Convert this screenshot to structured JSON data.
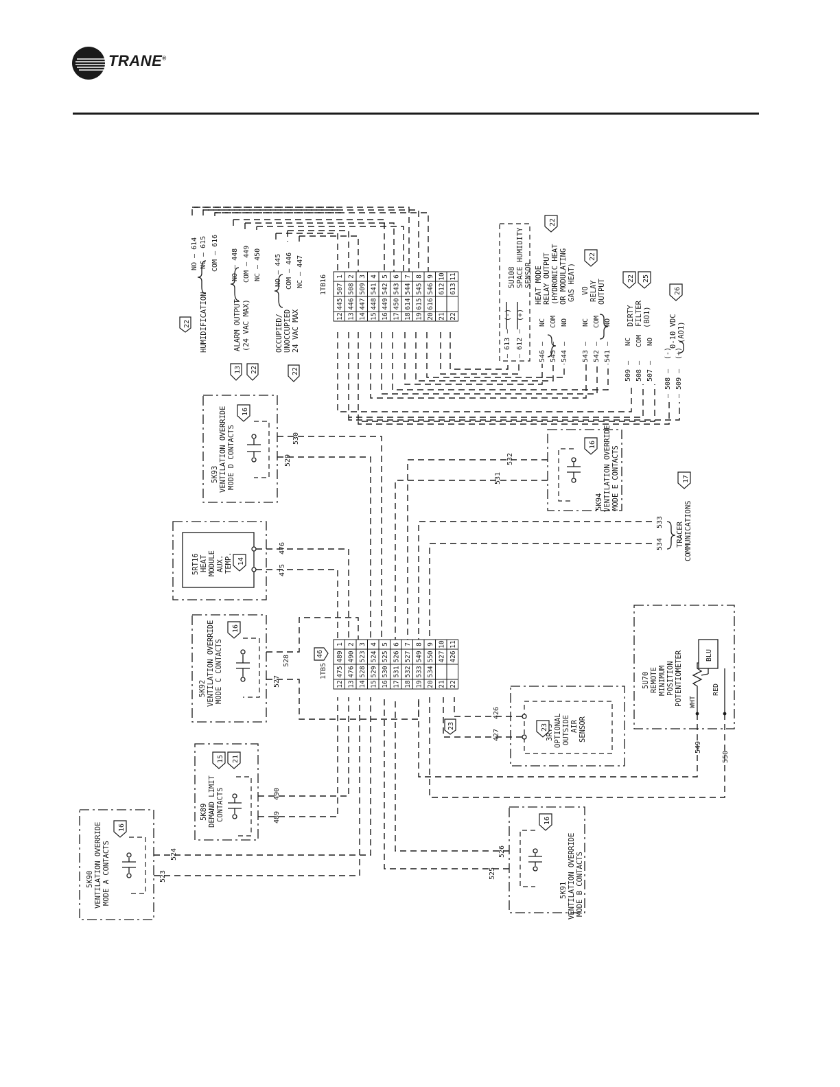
{
  "header": {
    "brand": "TRANE",
    "registered_mark": "®"
  },
  "terminal_strips": {
    "tb16": {
      "name": "1TB16",
      "rows": [
        {
          "pos": "1",
          "a": "507",
          "b": "445",
          "pos2": "12"
        },
        {
          "pos": "2",
          "a": "508",
          "b": "446",
          "pos2": "13"
        },
        {
          "pos": "3",
          "a": "509",
          "b": "447",
          "pos2": "14"
        },
        {
          "pos": "4",
          "a": "541",
          "b": "448",
          "pos2": "15"
        },
        {
          "pos": "5",
          "a": "542",
          "b": "449",
          "pos2": "16"
        },
        {
          "pos": "6",
          "a": "543",
          "b": "450",
          "pos2": "17"
        },
        {
          "pos": "7",
          "a": "544",
          "b": "614",
          "pos2": "18"
        },
        {
          "pos": "8",
          "a": "545",
          "b": "615",
          "pos2": "19"
        },
        {
          "pos": "9",
          "a": "546",
          "b": "616",
          "pos2": "20"
        },
        {
          "pos": "10",
          "a": "612",
          "b": "",
          "pos2": "21"
        },
        {
          "pos": "11",
          "a": "613",
          "b": "",
          "pos2": "22"
        }
      ]
    },
    "tb5": {
      "name": "1TB5",
      "tag": "46",
      "rows": [
        {
          "pos": "1",
          "a": "489",
          "b": "475",
          "pos2": "12"
        },
        {
          "pos": "2",
          "a": "490",
          "b": "476",
          "pos2": "13"
        },
        {
          "pos": "3",
          "a": "523",
          "b": "528",
          "pos2": "14"
        },
        {
          "pos": "4",
          "a": "524",
          "b": "529",
          "pos2": "15"
        },
        {
          "pos": "5",
          "a": "525",
          "b": "530",
          "pos2": "16"
        },
        {
          "pos": "6",
          "a": "526",
          "b": "531",
          "pos2": "17"
        },
        {
          "pos": "7",
          "a": "527",
          "b": "532",
          "pos2": "18"
        },
        {
          "pos": "8",
          "a": "549",
          "b": "533",
          "pos2": "19"
        },
        {
          "pos": "9",
          "a": "550",
          "b": "534",
          "pos2": "20"
        },
        {
          "pos": "10",
          "a": "427",
          "b": "",
          "pos2": "21"
        },
        {
          "pos": "11",
          "a": "426",
          "b": "",
          "pos2": "22"
        }
      ]
    }
  },
  "groups": {
    "humidification": {
      "label": "HUMIDIFICATION",
      "tag": "22",
      "lines": [
        "NO — 614",
        "NC — 615",
        "COM — 616"
      ]
    },
    "alarm": {
      "label1": "ALARM OUTPUT",
      "label2": "(24 VAC MAX)",
      "tags": [
        "13",
        "22"
      ],
      "lines": [
        "NO — 448",
        "COM — 449",
        "NC — 450"
      ]
    },
    "occupied": {
      "label1": "OCCUPIED/",
      "label2": "UNOCCUPIED",
      "label3": "24 VAC MAX",
      "tag": "22",
      "lines": [
        "NO — 445",
        "COM — 446",
        "NC — 447"
      ]
    },
    "humidity_sensor": {
      "lines": [
        "5U108",
        "SPACE HUMIDITY",
        "SENSOR"
      ],
      "tag": "22",
      "pins": [
        "— 613 —",
        "— 612 —"
      ],
      "polarity": [
        "(-)",
        "(+)"
      ]
    },
    "heat_mode": {
      "lines": [
        "HEAT MODE",
        "RELAY OUTPUT",
        "(HYDRONIC HEAT",
        "OR MODULATING",
        "GAS HEAT)"
      ],
      "pins": [
        "546 —",
        "545 —",
        "544 —"
      ],
      "contacts": [
        "NC",
        "COM",
        "NO"
      ]
    },
    "vo_relay": {
      "lines": [
        "VO",
        "RELAY",
        "OUTPUT"
      ],
      "tag": "22",
      "pins": [
        "543 —",
        "542 —",
        "541 —"
      ],
      "contacts": [
        "NC",
        "COM",
        "NO"
      ]
    },
    "dirty_filter": {
      "lines": [
        "DIRTY",
        "FILTER",
        "(BO1)"
      ],
      "tags": [
        "22",
        "25"
      ],
      "pins": [
        "509 —",
        "508 —",
        "507 —"
      ],
      "contacts": [
        "NC",
        "COM",
        "NO"
      ]
    },
    "analog_out": {
      "lines": [
        "0-10 VDC",
        "(AO1)"
      ],
      "tag": "26",
      "pins": [
        "— 508 —",
        "— 509 —"
      ],
      "polarity": [
        "(-)",
        "(+)"
      ]
    },
    "tracer": {
      "lines": [
        "TRACER",
        "COMMUNICATIONS"
      ],
      "tag": "17",
      "wires": [
        "533",
        "534"
      ]
    }
  },
  "devices": {
    "k93": {
      "lines": [
        "5K93",
        "VENTILATION OVERRIDE",
        "MODE D CONTACTS"
      ],
      "tag": "16",
      "wires": [
        "530",
        "529"
      ]
    },
    "rt16": {
      "lines": [
        "5RT16",
        "HEAT",
        "MODULE",
        "AUX.",
        "TEMP."
      ],
      "tag": "14",
      "wires": [
        "476",
        "475"
      ]
    },
    "k92": {
      "lines": [
        "5K92",
        "VENTILATION OVERRIDE",
        "MODE C CONTACTS"
      ],
      "tag": "16",
      "wires": [
        "528",
        "527"
      ]
    },
    "k89": {
      "lines": [
        "5K89",
        "DEMAND LIMIT",
        "CONTACTS"
      ],
      "tags": [
        "15",
        "21"
      ],
      "wires": [
        "490",
        "489"
      ]
    },
    "k90": {
      "lines": [
        "5K90",
        "VENTILATION OVERRIDE",
        "MODE A CONTACTS"
      ],
      "tag": "16",
      "wires": [
        "524",
        "523"
      ]
    },
    "k94": {
      "lines": [
        "5K94",
        "VENTILATION OVERRIDE",
        "MODE E CONTACTS"
      ],
      "tag": "16",
      "wires": [
        "532",
        "531"
      ]
    },
    "rt3": {
      "lines": [
        "3RT3",
        "OPTIONAL",
        "OUTSIDE",
        "AIR",
        "SENSOR"
      ],
      "tag": "23",
      "tag2": "23",
      "wires": [
        "426",
        "427"
      ]
    },
    "u70": {
      "lines": [
        "5U70",
        "REMOTE",
        "MINIMUM",
        "POSITION",
        "POTENTIOMETER"
      ],
      "colors": [
        "BLU",
        "WHT",
        "RED"
      ],
      "wires": [
        "549",
        "550"
      ]
    },
    "k91": {
      "lines": [
        "5K91",
        "VENTILATION OVERRIDE",
        "MODE B CONTACTS"
      ],
      "tag": "16",
      "wires": [
        "526",
        "525"
      ]
    }
  }
}
